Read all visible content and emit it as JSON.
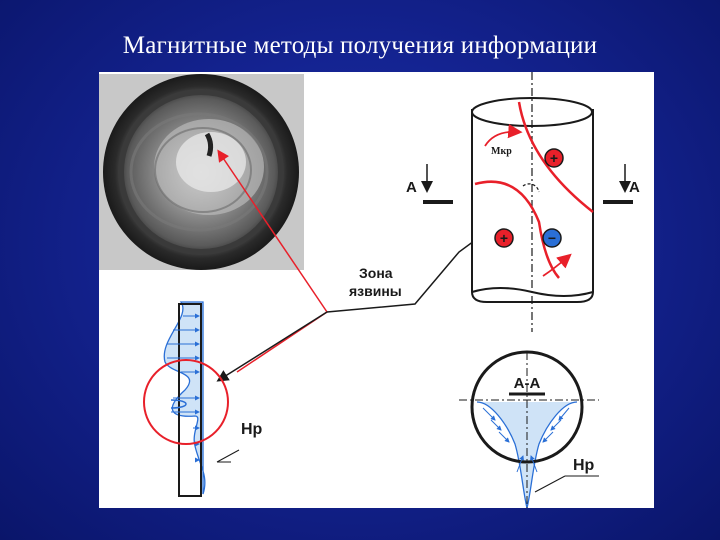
{
  "slide": {
    "title": "Магнитные методы получения информации"
  },
  "diagram": {
    "zone_label_line1": "Зона",
    "zone_label_line2": "язвины",
    "torque_label": "Мкр",
    "section_marker_left": "А",
    "section_marker_right": "А",
    "section_label": "А-А",
    "field_label_left": "Нр",
    "field_label_right": "Нр",
    "pole_plus_1": "+",
    "pole_plus_2": "+",
    "pole_minus": "−"
  },
  "colors": {
    "background": "#142391",
    "red": "#e8202a",
    "blue": "#2a6fd6",
    "light_blue": "#cfe3f7",
    "outline": "#1a1a1a"
  }
}
